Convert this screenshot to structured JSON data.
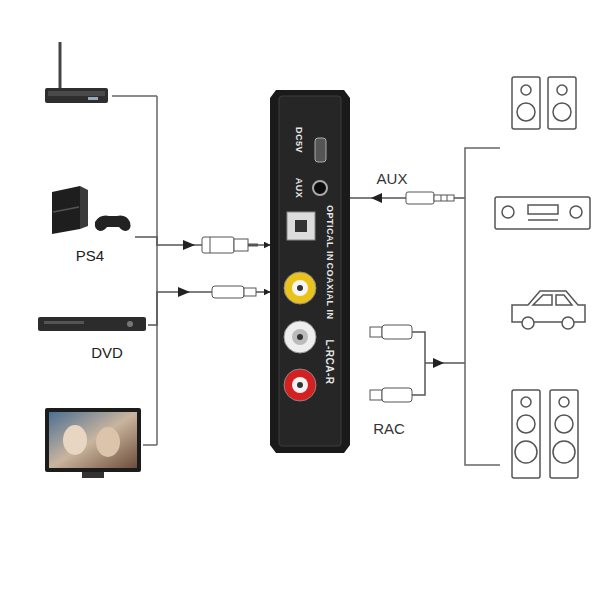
{
  "diagram": {
    "nodes": [
      {
        "text": [
          "PS4"
        ]
      },
      {
        "text": [
          "DVD"
        ]
      },
      {
        "text": [
          "DC5V",
          "AUX",
          "OPTICAL IN",
          "COAXIAL IN",
          "L-RCA-R"
        ]
      }
    ],
    "edges": [
      {
        "from": 0,
        "to": 2,
        "arrow": "to"
      },
      {
        "from": 1,
        "to": 2,
        "arrow": "to"
      }
    ],
    "labels": [
      "AUX",
      "RAC"
    ]
  }
}
